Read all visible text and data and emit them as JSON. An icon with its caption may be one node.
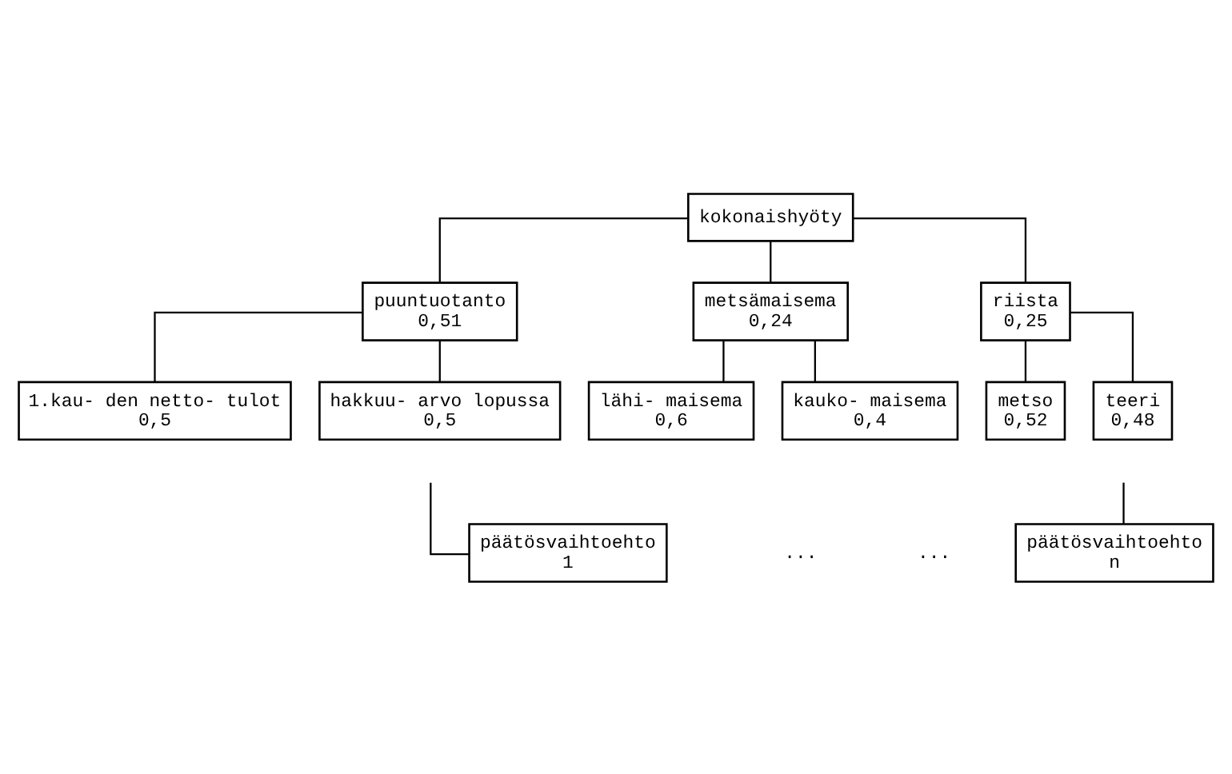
{
  "diagram": {
    "nodes": [
      {
        "text": [
          "kokonaishyöty"
        ]
      },
      {
        "text": [
          "puuntuotanto",
          "0,51"
        ]
      },
      {
        "text": [
          "metsämaisema",
          "0,24"
        ]
      },
      {
        "text": [
          "riista",
          "0,25"
        ]
      },
      {
        "text": [
          "1.kau- den netto- tulot",
          "0,5"
        ]
      },
      {
        "text": [
          "hakkuu- arvo lopussa",
          "0,5"
        ]
      },
      {
        "text": [
          "lähi- maisema",
          "0,6"
        ]
      },
      {
        "text": [
          "kauko- maisema",
          "0,4"
        ]
      },
      {
        "text": [
          "metso",
          "0,52"
        ]
      },
      {
        "text": [
          "teeri",
          "0,48"
        ]
      },
      {
        "text": [
          "päätösvaihtoehto",
          "1"
        ]
      },
      {
        "text": [
          "päätösvaihtoehto",
          "n"
        ]
      }
    ],
    "edges": [
      {
        "from": 0,
        "to": 1,
        "arrow": "none"
      },
      {
        "from": 0,
        "to": 2,
        "arrow": "none"
      },
      {
        "from": 0,
        "to": 3,
        "arrow": "none"
      },
      {
        "from": 1,
        "to": 4,
        "arrow": "none"
      },
      {
        "from": 1,
        "to": 5,
        "arrow": "none"
      },
      {
        "from": 2,
        "to": 6,
        "arrow": "none"
      },
      {
        "from": 2,
        "to": 7,
        "arrow": "none"
      },
      {
        "from": 3,
        "to": 8,
        "arrow": "none"
      },
      {
        "from": 3,
        "to": 9,
        "arrow": "none"
      },
      {
        "from": null,
        "to": 10,
        "arrow": "none"
      },
      {
        "from": null,
        "to": 11,
        "arrow": "none"
      }
    ],
    "labels": [
      "...",
      "..."
    ]
  }
}
